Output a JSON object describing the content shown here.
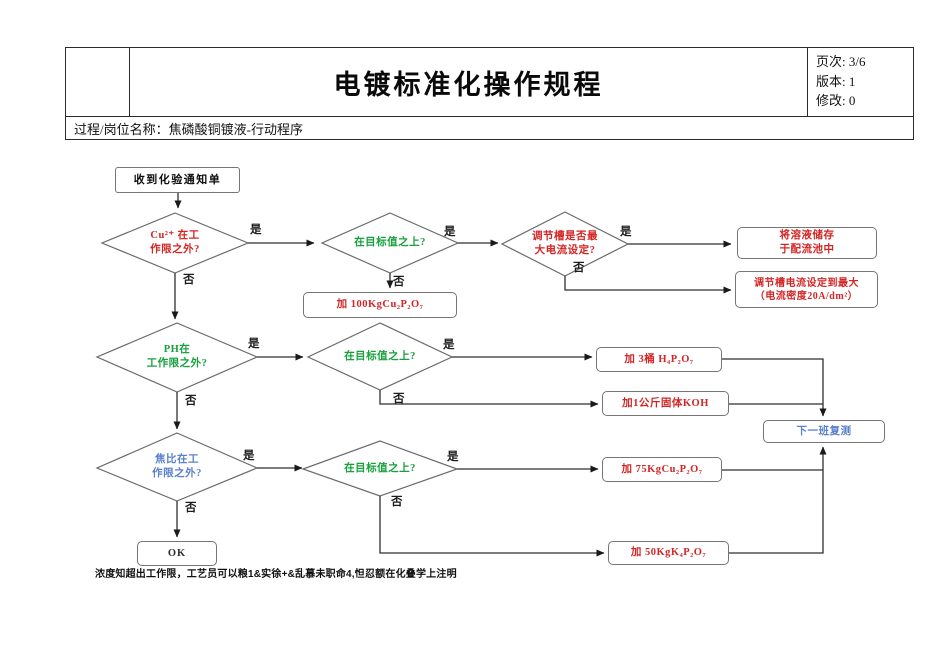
{
  "header": {
    "title": "电镀标准化操作规程",
    "page_label": "页次: 3/6",
    "version_label": "版本: 1",
    "revision_label": "修改: 0",
    "process_label": "过程/岗位名称：焦磷酸铜镀液-行动程序"
  },
  "flowchart": {
    "yes_label": "是",
    "no_label": "否",
    "nodes": {
      "start": "收到化验通知单",
      "cu_diamond": "Cu²⁺ 在工\n作限之外?",
      "target1_diamond": "在目标值之上?",
      "adjust_diamond": "调节槽是否最\n大电流设定?",
      "store_box": "将溶液储存\n于配流池中",
      "max_current_box": "调节槽电流设定到最大\n（电流密度20A/dm²）",
      "add_100kg_box": "加 100KgCu₂P₂O₇",
      "ph_diamond": "PH在\n工作限之外?",
      "target2_diamond": "在目标值之上?",
      "add_3_barrels_box": "加 3桶 H₄P₂O₇",
      "add_koh_box": "加1公斤固体KOH",
      "recheck_box": "下一班复测",
      "ratio_diamond": "焦比在工\n作限之外?",
      "target3_diamond": "在目标值之上?",
      "add_75kg_box": "加 75KgCu₂P₂O₇",
      "add_50kg_box": "加 50KgK₄P₂O₇",
      "ok_box": "OK"
    },
    "note": "浓度知超出工作限，工艺员可以粮1&实徐+&乱慕未职命4,怛忍额在化叠学上注明"
  },
  "colors": {
    "red_text": "#d42525",
    "green_text": "#17a13c",
    "blue_text": "#5b80cc",
    "line": "#2f2f2f",
    "box_border": "#757575"
  }
}
